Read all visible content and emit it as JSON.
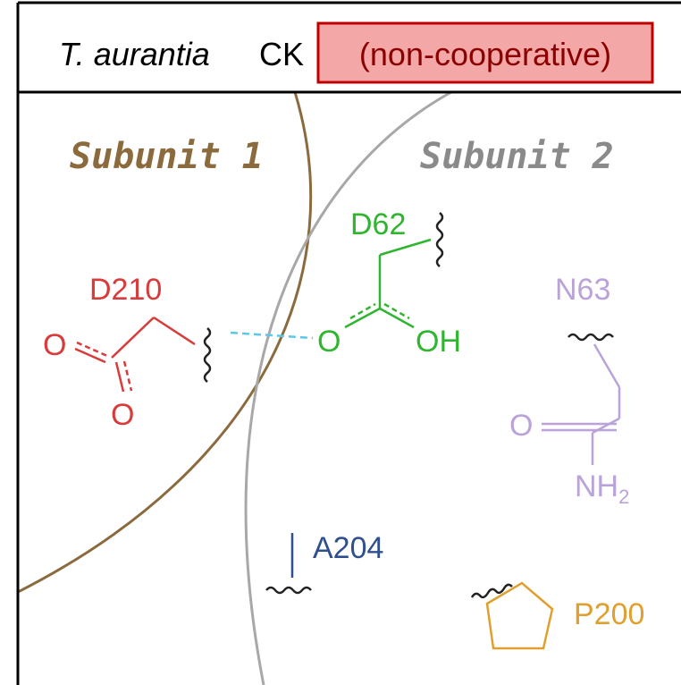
{
  "header": {
    "species": "T. aurantia",
    "suffix": "CK",
    "badge": "(non-cooperative)"
  },
  "subunits": {
    "one": "Subunit 1",
    "two": "Subunit 2"
  },
  "residues": {
    "d210": {
      "label": "D210",
      "o_top": "O",
      "o_bottom": "O"
    },
    "d62": {
      "label": "D62",
      "o": "O",
      "oh": "OH"
    },
    "n63": {
      "label": "N63",
      "o": "O",
      "nh": "NH",
      "nh_sub": "2"
    },
    "a204": {
      "label": "A204"
    },
    "p200": {
      "label": "P200"
    }
  },
  "colors": {
    "subunit1": "#8b6a3e",
    "subunit2": "#8a8a8a",
    "d210": "#d93a3a",
    "d62": "#2fb52f",
    "n63": "#b9a3d9",
    "a204": "#2f4f8f",
    "p200": "#e0a030",
    "hbond": "#5bc8e8",
    "badge_fill": "#f4a7a7",
    "badge_border": "#c00000"
  }
}
